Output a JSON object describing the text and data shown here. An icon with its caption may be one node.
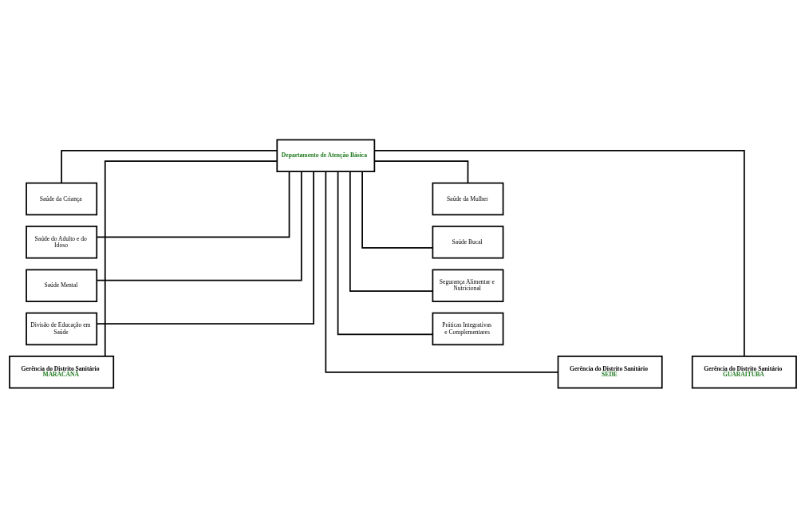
{
  "diagram": {
    "nodes": [
      {
        "text": [
          "Departamento de Atenção Básica"
        ]
      },
      {
        "text": [
          "Saúde da Criança"
        ]
      },
      {
        "text": [
          "Saúde da Mulher"
        ]
      },
      {
        "text": [
          "Saúde do Adulto e do Idoso"
        ]
      },
      {
        "text": [
          "Saúde Bucal"
        ]
      },
      {
        "text": [
          "Saúde Mental"
        ]
      },
      {
        "text": [
          "Segurança Alimentar e Nutricional"
        ]
      },
      {
        "text": [
          "Divisão de Educação em Saúde"
        ]
      },
      {
        "text": [
          "Práticas Integrativas e Complementares"
        ]
      },
      {
        "text": [
          "Gerência do Distrito Sanitário",
          "SEDE"
        ]
      },
      {
        "text": [
          "Gerência do Distrito Sanitário",
          "MARACANÃ"
        ]
      },
      {
        "text": [
          "Gerência do Distrito Sanitário",
          "GUARAITUBA"
        ]
      }
    ],
    "edges": [
      {
        "from": 0,
        "to": 1,
        "arrow": "none"
      },
      {
        "from": 0,
        "to": 2,
        "arrow": "none"
      },
      {
        "from": 0,
        "to": 3,
        "arrow": "none"
      },
      {
        "from": 0,
        "to": 4,
        "arrow": "none"
      },
      {
        "from": 0,
        "to": 5,
        "arrow": "none"
      },
      {
        "from": 0,
        "to": 6,
        "arrow": "none"
      },
      {
        "from": 0,
        "to": 7,
        "arrow": "none"
      },
      {
        "from": 0,
        "to": 8,
        "arrow": "none"
      },
      {
        "from": 0,
        "to": 9,
        "arrow": "none"
      },
      {
        "from": 0,
        "to": 10,
        "arrow": "none"
      },
      {
        "from": 0,
        "to": 11,
        "arrow": "none"
      }
    ]
  }
}
